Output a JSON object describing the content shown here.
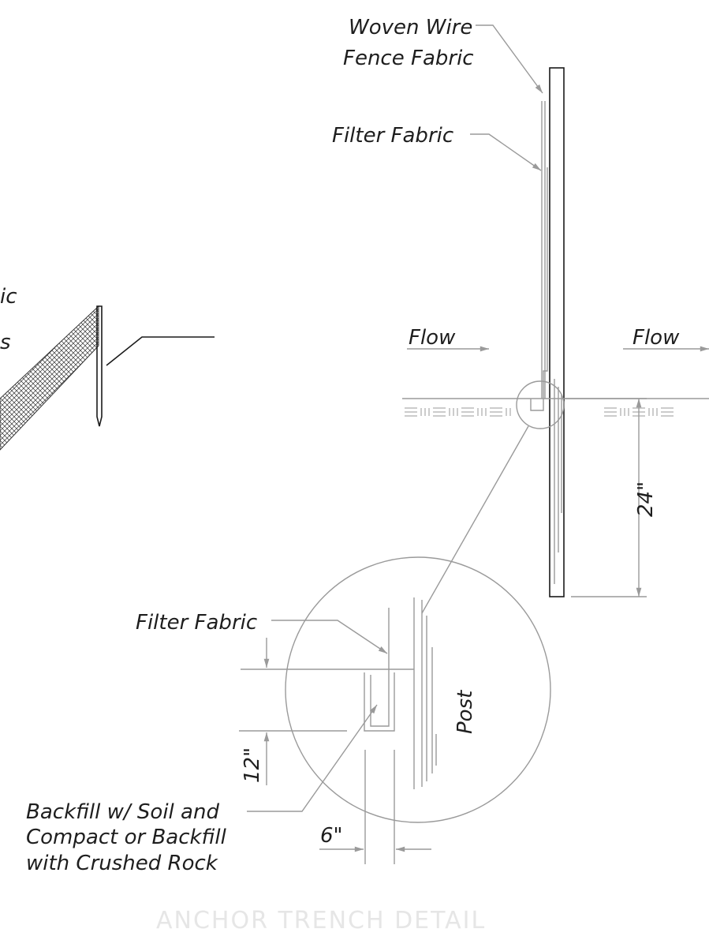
{
  "labels": {
    "woven_wire_line1": "Woven Wire",
    "woven_wire_line2": "Fence Fabric",
    "filter_fabric_top": "Filter Fabric",
    "flow_left": "Flow",
    "flow_right": "Flow",
    "depth_24": "24\"",
    "filter_fabric_detail": "Filter Fabric",
    "post": "Post",
    "depth_12": "12\"",
    "width_6": "6\"",
    "backfill_line1": "Backfill w/ Soil and",
    "backfill_line2": "Compact or Backfill",
    "backfill_line3": "with Crushed Rock",
    "partial_left_1": "ic",
    "partial_left_2": "s",
    "detail_title": "ANCHOR TRENCH DETAIL"
  },
  "colors": {
    "line": "#9a9a9a",
    "ink": "#1a1a1a",
    "title": "#e6e6e6",
    "hatch": "#333333"
  }
}
